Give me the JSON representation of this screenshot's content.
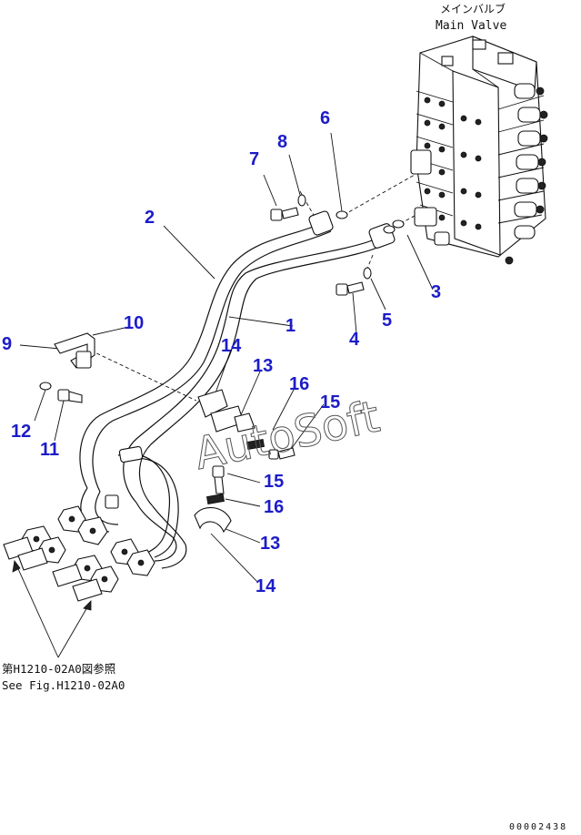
{
  "main_valve": {
    "title_jp": "メインバルブ",
    "title_en": "Main Valve"
  },
  "callouts": [
    {
      "id": "c1",
      "text": "1"
    },
    {
      "id": "c2",
      "text": "2"
    },
    {
      "id": "c3",
      "text": "3"
    },
    {
      "id": "c4",
      "text": "4"
    },
    {
      "id": "c5",
      "text": "5"
    },
    {
      "id": "c6",
      "text": "6"
    },
    {
      "id": "c7",
      "text": "7"
    },
    {
      "id": "c8",
      "text": "8"
    },
    {
      "id": "c9",
      "text": "9"
    },
    {
      "id": "c10",
      "text": "10"
    },
    {
      "id": "c11",
      "text": "11"
    },
    {
      "id": "c12",
      "text": "12"
    },
    {
      "id": "c13a",
      "text": "13"
    },
    {
      "id": "c14a",
      "text": "14"
    },
    {
      "id": "c15a",
      "text": "15"
    },
    {
      "id": "c16a",
      "text": "16"
    },
    {
      "id": "c13b",
      "text": "13"
    },
    {
      "id": "c14b",
      "text": "14"
    },
    {
      "id": "c15b",
      "text": "15"
    },
    {
      "id": "c16b",
      "text": "16"
    }
  ],
  "reference": {
    "jp": "第H1210-02A0図参照",
    "en": "See Fig.H1210-02A0"
  },
  "watermark": "AutoSoft",
  "drawing_number": "00002438"
}
